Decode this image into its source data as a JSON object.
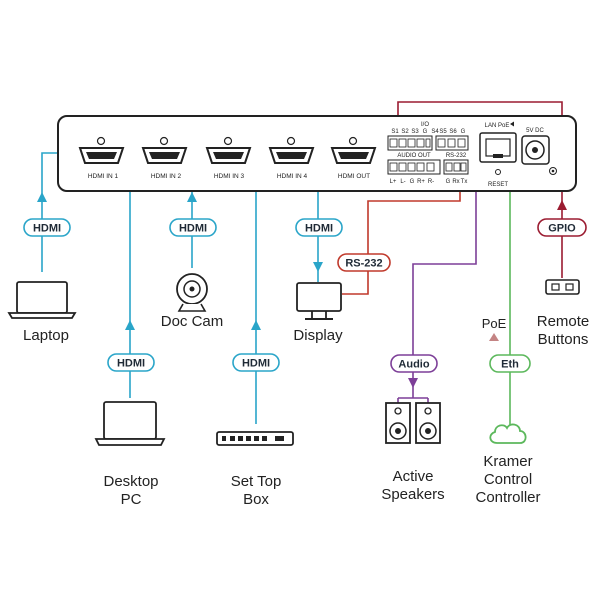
{
  "device": {
    "ports": [
      "HDMI IN 1",
      "HDMI IN 2",
      "HDMI IN 3",
      "HDMI IN 4",
      "HDMI OUT"
    ],
    "io_label": "I/O",
    "io_pins": [
      "S1",
      "S2",
      "S3",
      "G",
      "S4",
      "S5",
      "S6",
      "G"
    ],
    "audio_out_label": "AUDIO OUT",
    "audio_pins": [
      "L+",
      "L-",
      "G",
      "R+",
      "R-"
    ],
    "rs232_label": "RS-232",
    "rs232_pins": [
      "G",
      "Rx",
      "Tx"
    ],
    "lan_label": "LAN PoE",
    "reset_label": "RESET",
    "power_label": "5V DC"
  },
  "connections": {
    "hdmi": "HDMI",
    "rs232": "RS-232",
    "audio": "Audio",
    "eth": "Eth",
    "gpio": "GPIO"
  },
  "devices": {
    "laptop": "Laptop",
    "doc_cam": "Doc Cam",
    "display": "Display",
    "desktop_pc": [
      "Desktop",
      "PC"
    ],
    "set_top_box": [
      "Set Top",
      "Box"
    ],
    "active_speakers": [
      "Active",
      "Speakers"
    ],
    "kramer": [
      "Kramer",
      "Control",
      "Controller"
    ],
    "remote_buttons": [
      "Remote",
      "Buttons"
    ],
    "poe": "PoE"
  },
  "colors": {
    "hdmi": "#2aa5c9",
    "rs232": "#c0392b",
    "audio": "#7d3f98",
    "eth": "#5cb85c",
    "gpio": "#9b1c31",
    "device_outline": "#222222"
  }
}
